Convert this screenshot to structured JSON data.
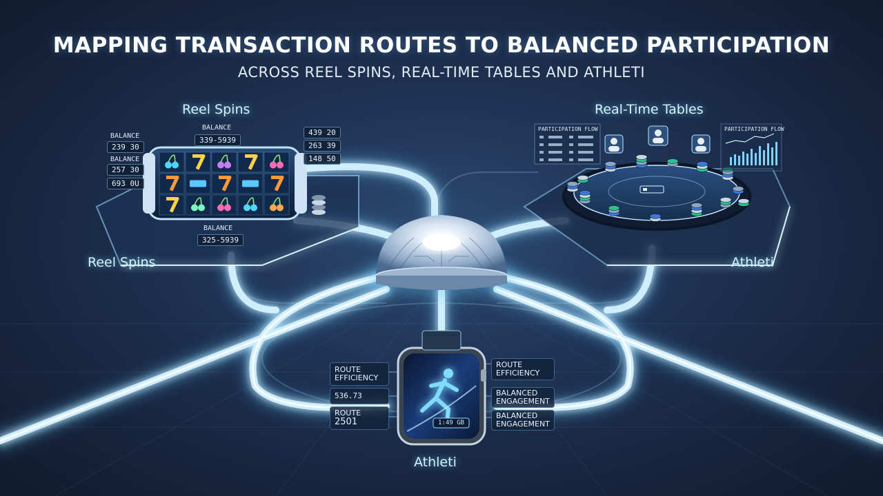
{
  "header": {
    "title": "MAPPING TRANSACTION ROUTES TO BALANCED PARTICIPATION",
    "subtitle": "ACROSS REEL SPINS, REAL-TIME TABLES AND ATHLETI"
  },
  "labels": {
    "reel_spins_top": "Reel Spins",
    "reel_spins_left": "Reel Spins",
    "real_time_tables": "Real-Time Tables",
    "athleti_right": "Athleti",
    "athleti_bottom": "Athleti"
  },
  "reel_platform": {
    "balance_label": "BALANCE",
    "top_balance_value": "339-5939",
    "bottom_balance_value": "325-5939",
    "left_tags": [
      {
        "label": "BALANCE",
        "value": "239 30"
      },
      {
        "label": "BALANCE",
        "value": "257 30"
      },
      {
        "label": "",
        "value": "693 0U"
      }
    ],
    "right_tags": [
      "439 20",
      "263 39",
      "148 50"
    ],
    "reel_symbols": [
      "cherry",
      "seven",
      "cherry",
      "seven",
      "cherry",
      "seven",
      "bar",
      "seven",
      "bar",
      "seven",
      "seven",
      "cherry",
      "cherry",
      "cherry",
      "cherry"
    ]
  },
  "table_platform": {
    "flow_label": "PARTICIPATION FLOW",
    "chart_title": "PARTICIPATION FLOW"
  },
  "watch": {
    "left_metrics": [
      {
        "label": "ROUTE",
        "sub": "EFFICIENCY"
      },
      {
        "value": "536.73"
      },
      {
        "label": "ROUTE",
        "value": "2501"
      }
    ],
    "right_metrics": [
      {
        "label": "ROUTE",
        "sub": "EFFICIENCY"
      },
      {
        "label": "BALANCED",
        "sub": "ENGAGEMENT"
      },
      {
        "label": "BALANCED",
        "sub": "ENGAGEMENT"
      }
    ],
    "screen_readout": "1:49 GB"
  },
  "colors": {
    "glow": "#8fe4ff",
    "route": "#bfeeff",
    "background": "#1a2942"
  }
}
